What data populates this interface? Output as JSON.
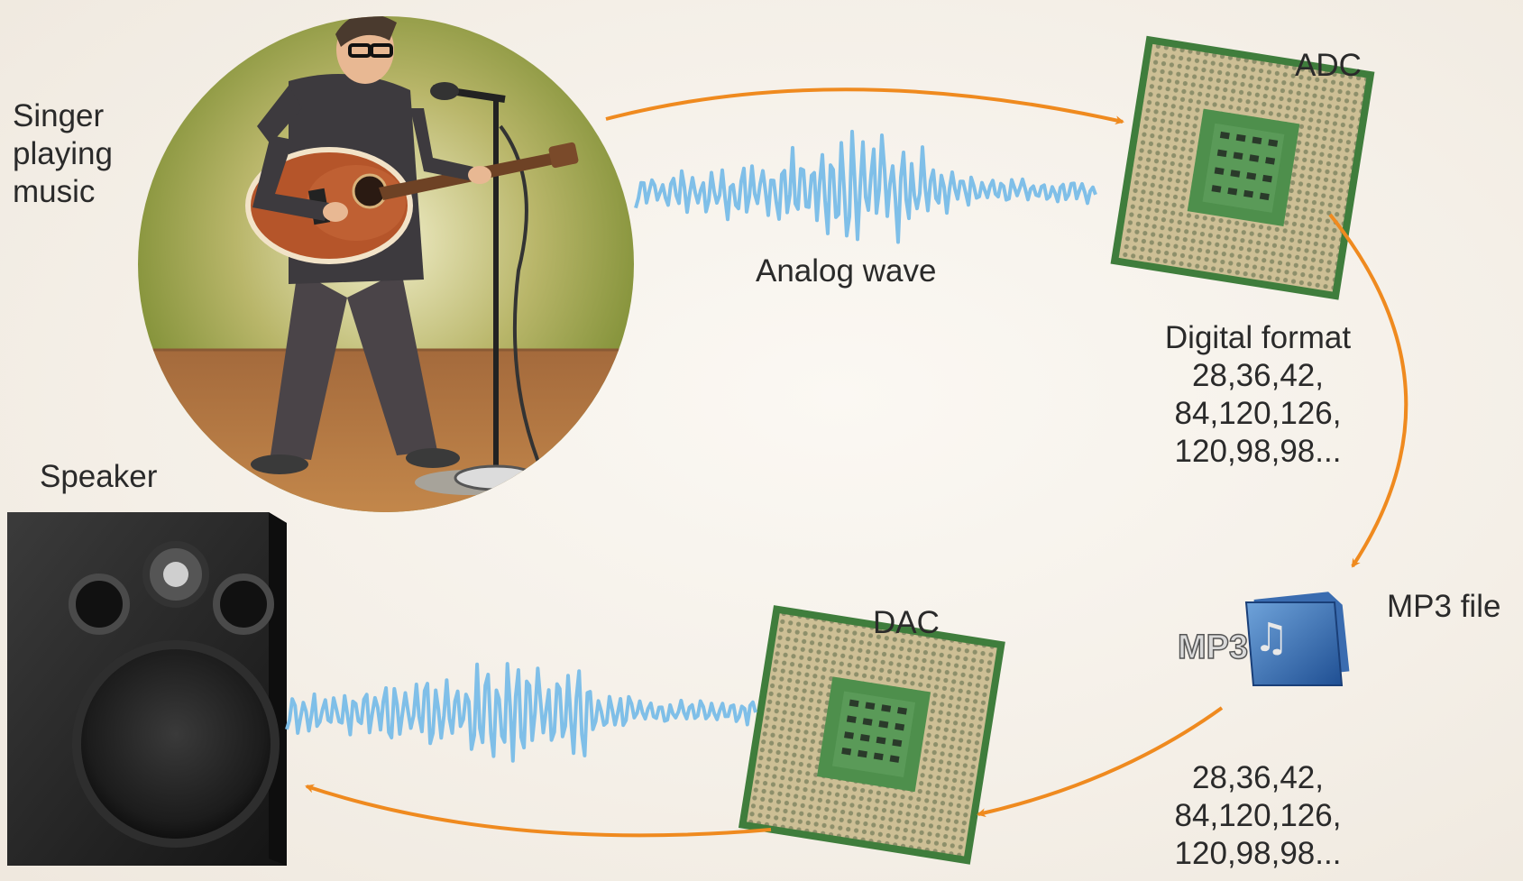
{
  "singer_label": [
    "Singer",
    "playing",
    "music"
  ],
  "speaker_label": "Speaker",
  "adc_label": "ADC",
  "dac_label": "DAC",
  "analog_label": "Analog wave",
  "digital_label": "Digital format",
  "digital_values_top": [
    "28,36,42,",
    "84,120,126,",
    "120,98,98..."
  ],
  "mp3_label": "MP3 file",
  "mp3_icon_text": "MP3",
  "digital_values_bottom": [
    "28,36,42,",
    "84,120,126,",
    "120,98,98..."
  ],
  "colors": {
    "arrow": "#ef8a1f",
    "wave": "#7fbfe8",
    "chip_green": "#4e8f4c",
    "chip_gold": "#d8c9a0",
    "speaker": "#2c2c2c"
  }
}
